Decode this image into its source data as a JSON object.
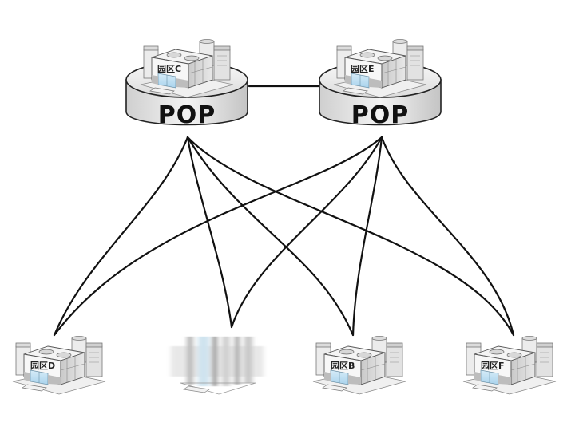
{
  "diagram": {
    "title": "",
    "pop_nodes": [
      {
        "id": "pop-left",
        "label": "POP",
        "site_label": "园区C"
      },
      {
        "id": "pop-right",
        "label": "POP",
        "site_label": "园区E"
      }
    ],
    "sites": [
      {
        "id": "site-d",
        "label": "园区D",
        "blurred": false
      },
      {
        "id": "site-hidden",
        "label": "",
        "blurred": true
      },
      {
        "id": "site-b",
        "label": "园区B",
        "blurred": false
      },
      {
        "id": "site-f",
        "label": "园区F",
        "blurred": false
      }
    ],
    "links": [
      {
        "from": "pop-left",
        "to": "pop-right",
        "style": "straight"
      },
      {
        "from": "pop-left",
        "to": "site-d",
        "style": "curve"
      },
      {
        "from": "pop-left",
        "to": "site-hidden",
        "style": "curve"
      },
      {
        "from": "pop-left",
        "to": "site-b",
        "style": "curve"
      },
      {
        "from": "pop-left",
        "to": "site-f",
        "style": "curve"
      },
      {
        "from": "pop-right",
        "to": "site-d",
        "style": "curve"
      },
      {
        "from": "pop-right",
        "to": "site-hidden",
        "style": "curve"
      },
      {
        "from": "pop-right",
        "to": "site-b",
        "style": "curve"
      },
      {
        "from": "pop-right",
        "to": "site-f",
        "style": "curve"
      }
    ],
    "colors": {
      "line": "#111111",
      "glass": "#bfe0f2",
      "building_light": "#f2f2f2",
      "building_mid": "#d6d6d6",
      "building_dark": "#9a9a9a"
    }
  }
}
